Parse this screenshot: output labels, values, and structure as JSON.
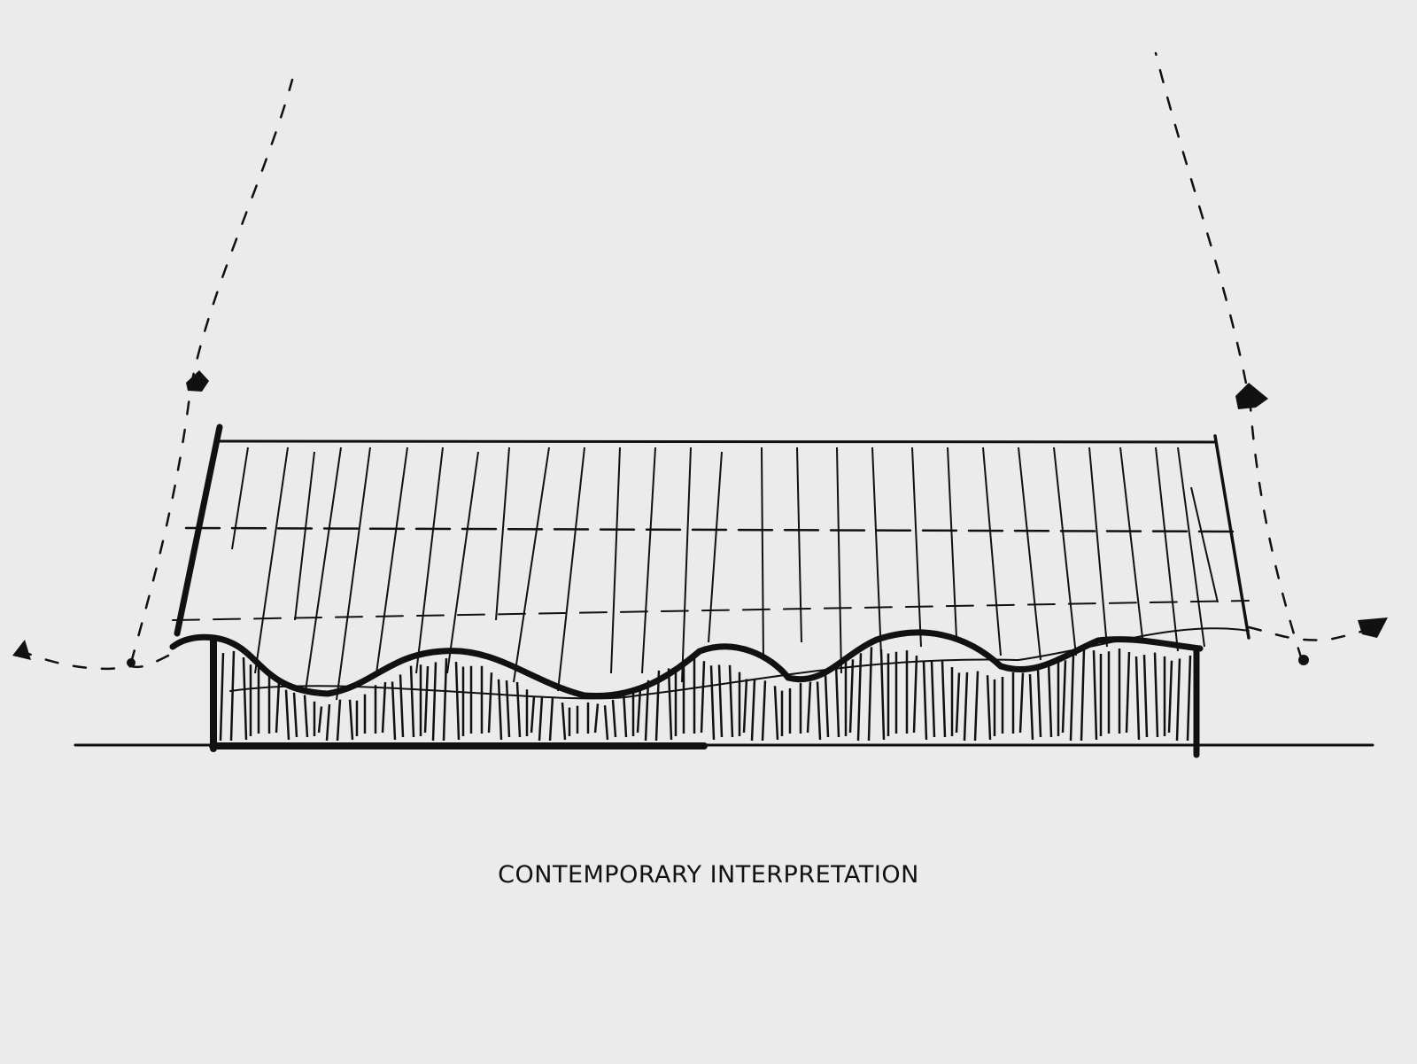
{
  "diagram": {
    "caption": "CONTEMPORARY INTERPRETATION",
    "background": "#ebebeb",
    "ink": "#111111",
    "elements": [
      "roof-hatched",
      "wavy-eave",
      "ground-line",
      "left-wall",
      "right-wall",
      "dashed-arrow-left-up",
      "dashed-arrow-left-out",
      "dashed-arrow-right-up",
      "dashed-arrow-right-out"
    ]
  }
}
